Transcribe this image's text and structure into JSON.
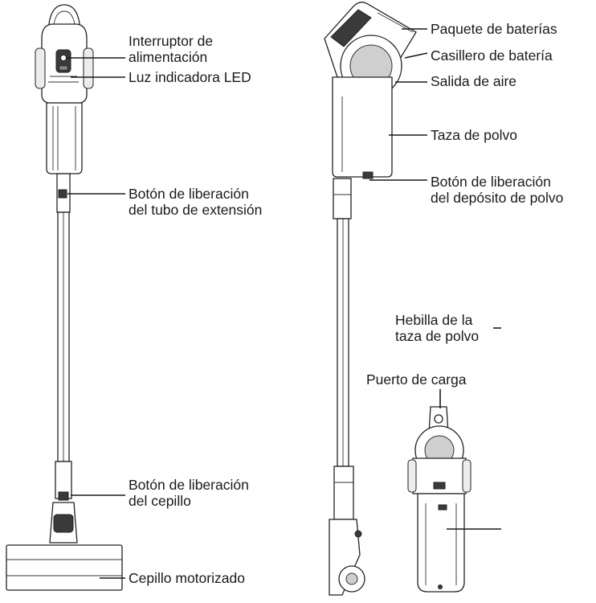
{
  "labels": {
    "power_switch": [
      "Interruptor de",
      "alimentación"
    ],
    "led_light": "Luz indicadora LED",
    "tube_release": [
      "Botón de liberación",
      "del tubo de extensión"
    ],
    "brush_release": [
      "Botón de liberación",
      "del cepillo"
    ],
    "motor_brush": "Cepillo motorizado",
    "battery_pack": "Paquete de baterías",
    "battery_slot": "Casillero de batería",
    "air_outlet": "Salida de aire",
    "dust_cup": "Taza de polvo",
    "dust_release": [
      "Botón de liberación",
      "del depósito de polvo"
    ],
    "dust_buckle": [
      "Hebilla de la",
      "taza de polvo"
    ],
    "charge_port": "Puerto de carga"
  },
  "colors": {
    "line": "#1a1a1a",
    "dark_part": "#3a3a3a",
    "light_part": "#cfcfcf",
    "background": "#ffffff"
  }
}
